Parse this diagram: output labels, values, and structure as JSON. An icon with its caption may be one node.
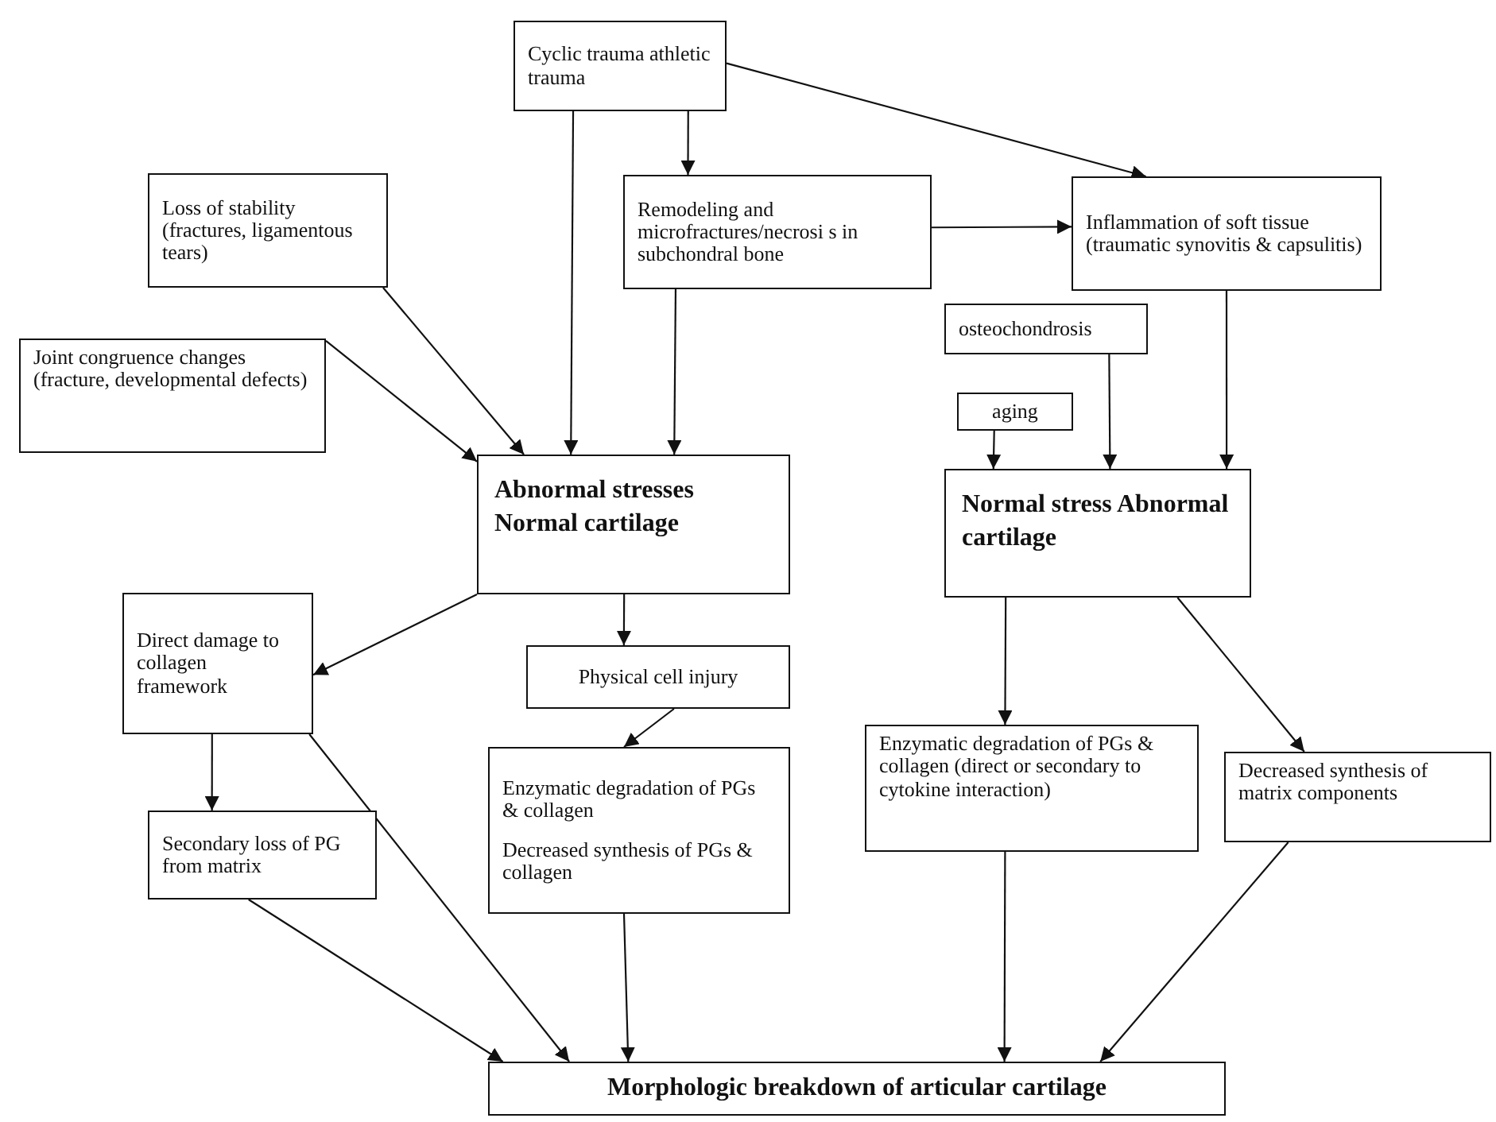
{
  "diagram": {
    "nodes": [
      {
        "text": [
          "Cyclic trauma athletic trauma"
        ]
      },
      {
        "text": [
          "Loss of stability (fractures, ligamentous tears)"
        ]
      },
      {
        "text": [
          "Joint congruence changes (fracture, developmental defects)"
        ]
      },
      {
        "text": [
          "Remodeling and microfractures/necrosi s in subchondral bone"
        ]
      },
      {
        "text": [
          "Inflammation of soft tissue (traumatic synovitis & capsulitis)"
        ]
      },
      {
        "text": [
          "osteochondrosis"
        ]
      },
      {
        "text": [
          "aging"
        ]
      },
      {
        "text": [
          "Abnormal stresses Normal cartilage"
        ]
      },
      {
        "text": [
          "Normal stress Abnormal cartilage"
        ]
      },
      {
        "text": [
          "Direct damage to collagen framework"
        ]
      },
      {
        "text": [
          "Physical cell injury"
        ]
      },
      {
        "text": [
          "Enzymatic degradation of PGs & collagen",
          "Decreased synthesis of PGs & collagen"
        ]
      },
      {
        "text": [
          "Secondary loss of PG from matrix"
        ]
      },
      {
        "text": [
          "Enzymatic degradation of PGs & collagen (direct or secondary to cytokine interaction)"
        ]
      },
      {
        "text": [
          "Decreased synthesis of matrix components"
        ]
      },
      {
        "text": [
          "Morphologic breakdown of articular cartilage"
        ]
      }
    ],
    "edges": [
      {
        "from": 0,
        "to": 7,
        "arrow": "to"
      },
      {
        "from": 0,
        "to": 3,
        "arrow": "to"
      },
      {
        "from": 0,
        "to": 4,
        "arrow": "to"
      },
      {
        "from": 3,
        "to": 4,
        "arrow": "to"
      },
      {
        "from": 1,
        "to": 7,
        "arrow": "to"
      },
      {
        "from": 2,
        "to": 7,
        "arrow": "to"
      },
      {
        "from": 3,
        "to": 7,
        "arrow": "to"
      },
      {
        "from": 5,
        "to": 8,
        "arrow": "to"
      },
      {
        "from": 6,
        "to": 8,
        "arrow": "to"
      },
      {
        "from": 4,
        "to": 8,
        "arrow": "to"
      },
      {
        "from": 7,
        "to": 9,
        "arrow": "to"
      },
      {
        "from": 7,
        "to": 10,
        "arrow": "to"
      },
      {
        "from": 10,
        "to": 11,
        "arrow": "to"
      },
      {
        "from": 9,
        "to": 12,
        "arrow": "to"
      },
      {
        "from": 9,
        "to": 15,
        "arrow": "to"
      },
      {
        "from": 12,
        "to": 15,
        "arrow": "to"
      },
      {
        "from": 11,
        "to": 15,
        "arrow": "to"
      },
      {
        "from": 8,
        "to": 13,
        "arrow": "to"
      },
      {
        "from": 8,
        "to": 14,
        "arrow": "to"
      },
      {
        "from": 13,
        "to": 15,
        "arrow": "to"
      },
      {
        "from": 14,
        "to": 15,
        "arrow": "to"
      }
    ]
  }
}
